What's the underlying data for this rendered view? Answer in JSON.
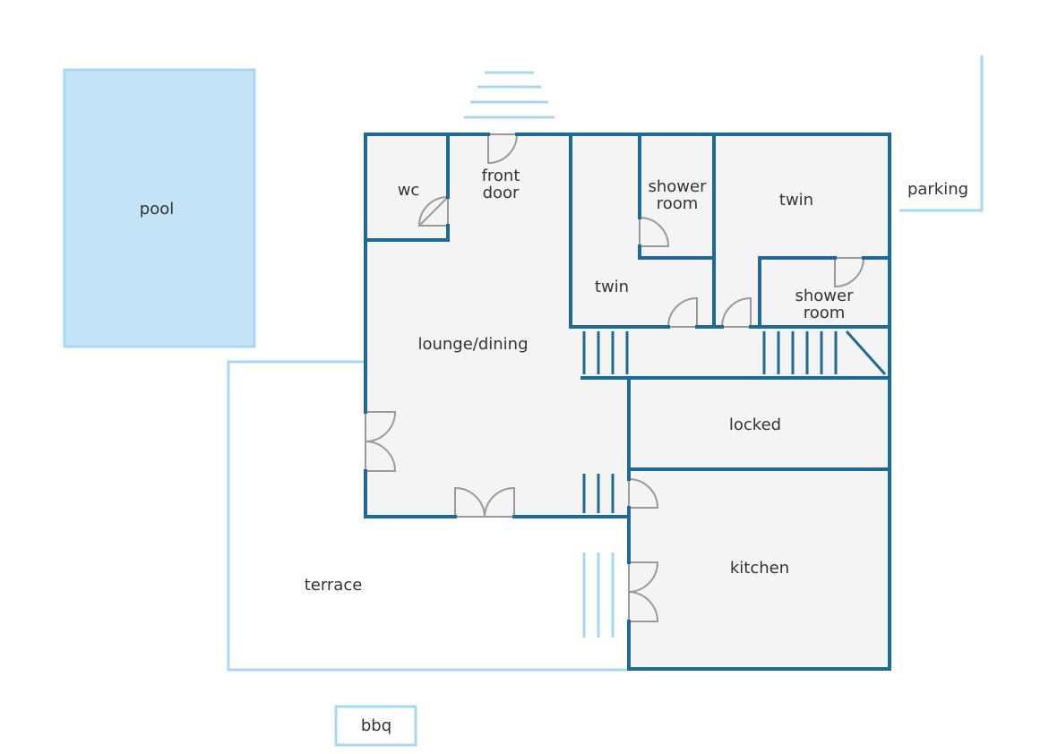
{
  "colors": {
    "wall": "#1b6a97",
    "outdoor_outline": "#a9d7f0",
    "pool_fill": "#c3e3f6",
    "floor_fill": "#f4f4f4",
    "door": "#9a9a9a",
    "label": "#333333"
  },
  "labels": {
    "pool": "pool",
    "wc": "wc",
    "front_door_1": "front",
    "front_door_2": "door",
    "shower_room_a_1": "shower",
    "shower_room_a_2": "room",
    "twin_a": "twin",
    "twin_b": "twin",
    "shower_room_b_1": "shower",
    "shower_room_b_2": "room",
    "parking": "parking",
    "lounge_dining": "lounge/dining",
    "locked": "locked",
    "kitchen": "kitchen",
    "terrace": "terrace",
    "bbq": "bbq"
  }
}
